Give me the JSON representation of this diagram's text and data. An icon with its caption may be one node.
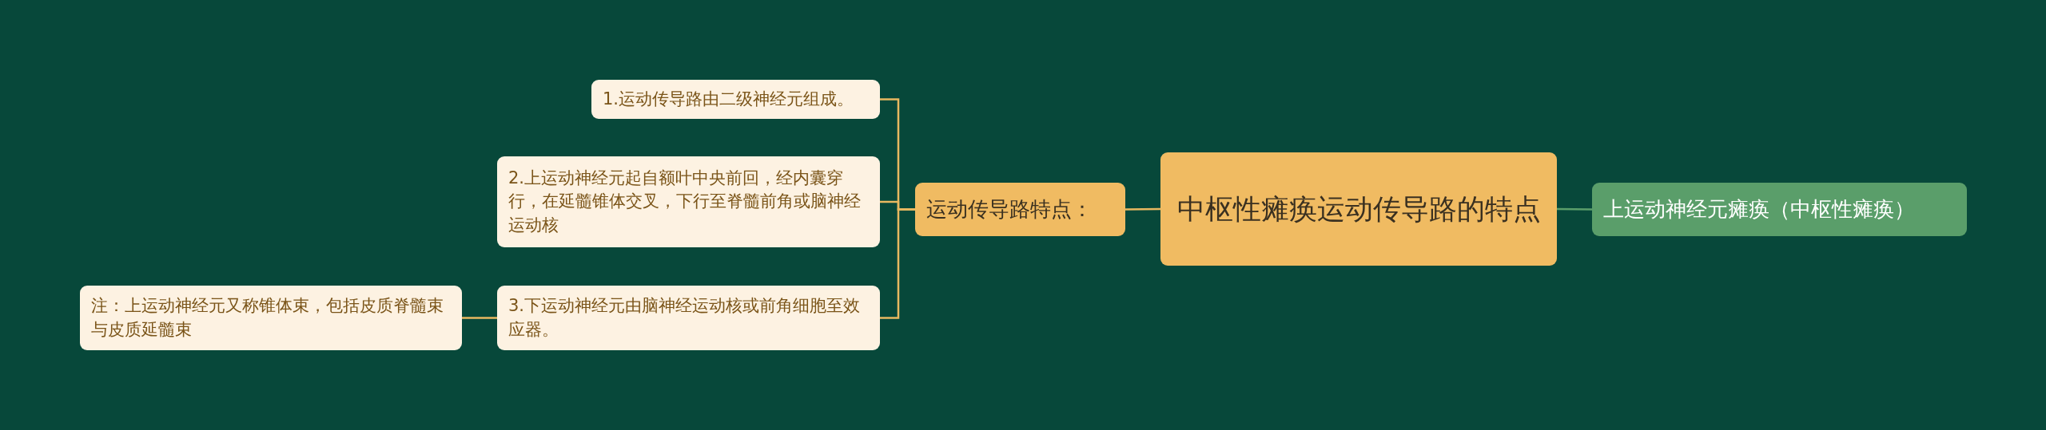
{
  "diagram": {
    "nodes": [
      {
        "text": [
          "中枢性瘫痪运动传导路的特点"
        ]
      },
      {
        "text": [
          "运动传导路特点："
        ]
      },
      {
        "text": [
          "1.运动传导路由二级神经元组成。"
        ]
      },
      {
        "text": [
          "2.上运动神经元起自额叶中央前回，经内囊穿行，在延髓锥体交叉，下行至脊髓前角或脑神经运动核"
        ]
      },
      {
        "text": [
          "3.下运动神经元由脑神经运动核或前角细胞至效应器。"
        ]
      },
      {
        "text": [
          "注：上运动神经元又称锥体束，包括皮质脊髓束与皮质延髓束"
        ]
      },
      {
        "text": [
          "上运动神经元瘫痪（中枢性瘫痪）"
        ]
      }
    ],
    "edges": [
      {
        "from": 0,
        "to": 1,
        "arrow": "none"
      },
      {
        "from": 1,
        "to": 2,
        "arrow": "none"
      },
      {
        "from": 1,
        "to": 3,
        "arrow": "none"
      },
      {
        "from": 1,
        "to": 4,
        "arrow": "none"
      },
      {
        "from": 4,
        "to": 5,
        "arrow": "none"
      },
      {
        "from": 0,
        "to": 6,
        "arrow": "none",
        "color": "#5a9e6a"
      }
    ]
  }
}
